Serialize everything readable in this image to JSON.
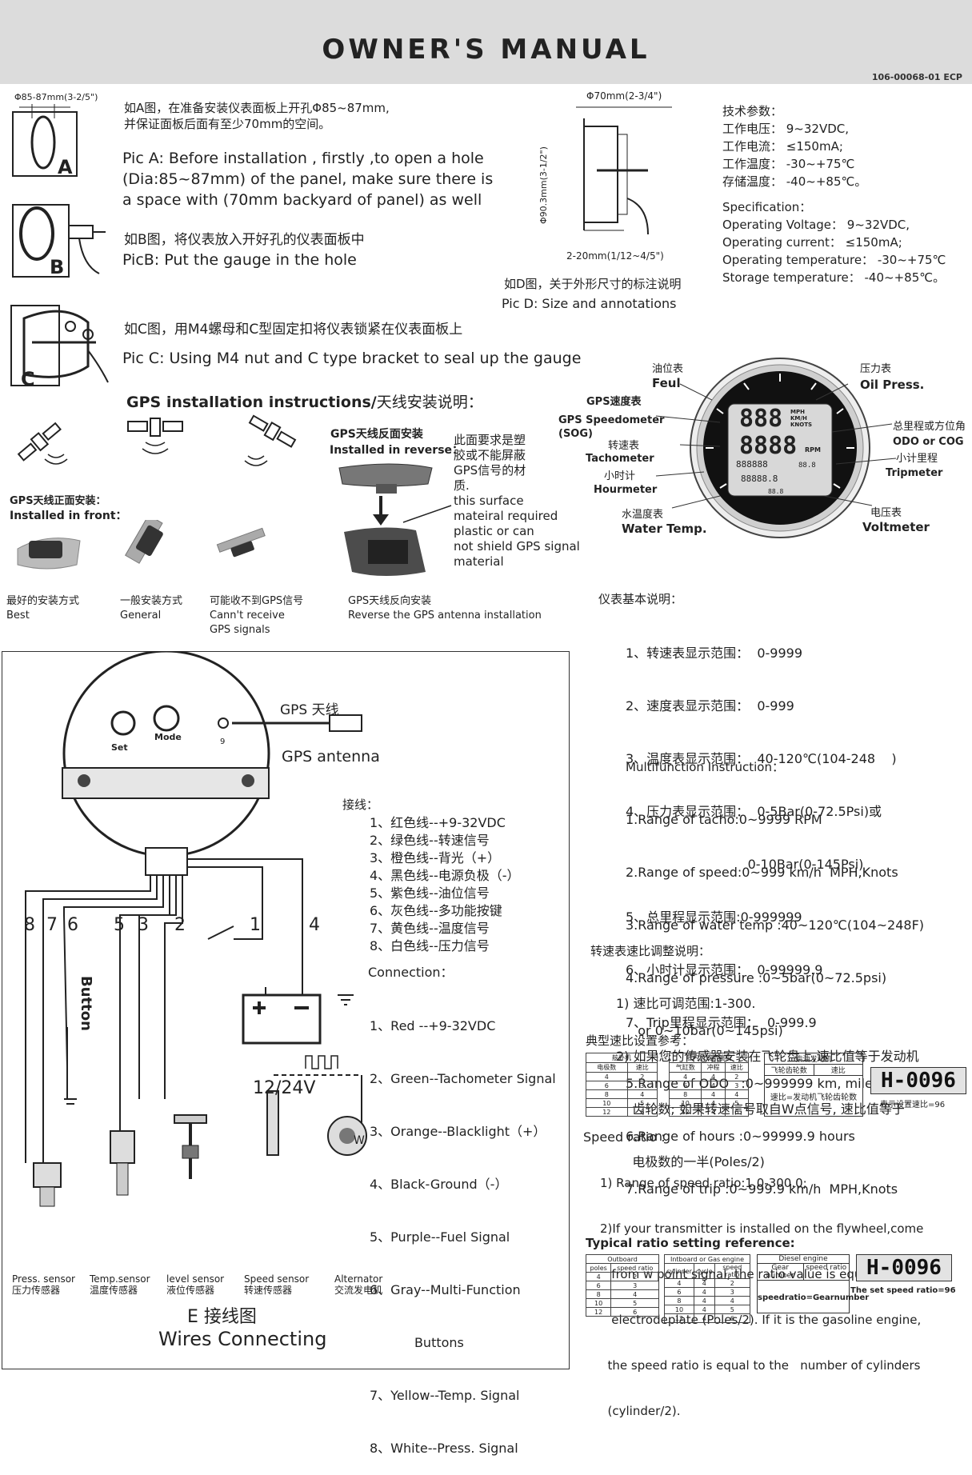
{
  "header": {
    "title": "OWNER'S  MANUAL",
    "code": "106-00068-01 ECP"
  },
  "picA": {
    "dim": "Φ85-87mm(3-2/5\")",
    "letter": "A",
    "cn": [
      "如A图，在准备安装仪表面板上开孔Φ85~87mm,",
      "并保证面板后面有至少70mm的空间。"
    ],
    "en": [
      "Pic A:  Before installation , firstly ,to open a hole",
      "(Dia:85~87mm) of the panel, make sure there is",
      "a space with (70mm backyard of panel)  as well"
    ]
  },
  "picB": {
    "letter": "B",
    "cn": "如B图，将仪表放入开好孔的仪表面板中",
    "en": "PicB: Put the gauge in the hole"
  },
  "picC": {
    "letter": "C",
    "cn": "如C图，用M4螺母和C型固定扣将仪表锁紧在仪表面板上",
    "en": "Pic C: Using M4 nut and C type bracket to seal up the gauge"
  },
  "picD": {
    "dim_top": "Φ70mm(2-3/4\")",
    "dim_side": "Φ90.3mm(3-1/2\")",
    "dim_bottom": "2-20mm(1/12~4/5\")",
    "cn": "如D图，关于外形尺寸的标注说明",
    "en": "Pic D: Size and annotations"
  },
  "specs": {
    "cn": [
      "技术参数：",
      "工作电压：  9~32VDC,",
      "工作电流：  ≤150mA;",
      "工作温度：  -30~+75℃",
      "存储温度：  -40~+85℃。"
    ],
    "en": [
      "Specification：",
      "Operating Voltage：  9~32VDC,",
      "Operating current：  ≤150mA;",
      "Operating temperature：  -30~+75℃",
      "Storage temperature：  -40~+85℃。"
    ]
  },
  "gps": {
    "heading_en": "GPS installation instructions/",
    "heading_cn": "天线安装说明：",
    "front_cn": "GPS天线正面安装：",
    "front_en": "Installed in front：",
    "reverse_cn": "GPS天线反面安装",
    "reverse_en": "Installed in  reverse：",
    "surface_cn": [
      "此面要求是塑",
      "胶或不能屏蔽",
      "GPS信号的材",
      "质."
    ],
    "surface_en": [
      "this surface",
      "mateiral required",
      "plastic or can",
      "not shield GPS signal",
      "material"
    ],
    "best_cn": "最好的安装方式",
    "best_en": "Best",
    "general_cn": "一般安装方式",
    "general_en": "General",
    "noreceive_cn": "可能收不到GPS信号",
    "noreceive_en": [
      "Cann't receive",
      "GPS signals"
    ],
    "reverse_install_cn": "GPS天线反向安装",
    "reverse_install_en": "Reverse the GPS antenna installation"
  },
  "gauge": {
    "fuel_cn": "油位表",
    "fuel_en": "Feul",
    "oil_cn": "压力表",
    "oil_en": "Oil Press.",
    "speed_cn": "GPS速度表",
    "speed_en": [
      "GPS Speedometer",
      "(SOG)"
    ],
    "tacho_cn": "转速表",
    "tacho_en": "Tachometer",
    "hour_cn": "小时计",
    "hour_en": "Hourmeter",
    "water_cn": "水温度表",
    "water_en": "Water Temp.",
    "odo_cn": "总里程或方位角",
    "odo_en": "ODO or COG",
    "trip_cn": "小计里程",
    "trip_en": "Tripmeter",
    "volt_cn": "电压表",
    "volt_en": "Voltmeter",
    "lcd_big1": "888",
    "lcd_big2": "8888",
    "lcd_unit1": "MPH",
    "lcd_unit2": "KM/H",
    "lcd_unit3": "KNOTS",
    "lcd_rpm": "RPM",
    "lcd_odo": "888888",
    "lcd_small": "88.8",
    "lcd_hour": "88888.8",
    "lcd_bot": "88.8"
  },
  "basics": {
    "title": "仪表基本说明：",
    "items": [
      "1、转速表显示范围：  0-9999",
      "2、速度表显示范围：  0-999",
      "3、温度表显示范围：  40-120℃(104-248    )",
      "4、压力表显示范围：  0-5Bar(0-72.5Psi)或",
      "                              0-10Bar(0-145Psi)",
      "5、总里程显示范围:0-999999",
      "6、小时计显示范围：  0-99999.9",
      "7、Trip里程显示范围：  0-999.9"
    ]
  },
  "multi": {
    "title": "Multifunction Instruction：",
    "items": [
      "1.Range of tacho:0~9999 RPM",
      "2.Range of speed:0~999 km/h  MPH,Knots",
      "3.Range of water temp :40~120℃(104~248F)",
      "4.Range of pressure :0~5bar(0~72.5psi)",
      "   or 0~10bar(0~145psi)",
      "5.Range of ODO   :0~999999 km, miles, knots",
      "6.Range of hours :0~99999.9 hours",
      "7.Range of trip :0~999.9 km/h  MPH,Knots"
    ]
  },
  "ratio_cn": {
    "title": "转速表速比调整说明：",
    "items": [
      "1) 速比可调范围:1-300.",
      "2) 如果您的传感器安装在飞轮盘上,速比值等于发动机",
      "    齿轮数; 如果转速信号取自W点信号, 速比值等于",
      "    电极数的一半(Poles/2)"
    ],
    "ref_title": "典型速比设置参考：",
    "t1_head": "舷外机",
    "t1_c1": "电极数",
    "t1_c2": "速比",
    "t2_head": "舷内机或汽油机",
    "t2_c1": "气缸数",
    "t2_c2": "冲程",
    "t2_c3": "速比",
    "t3_head": "柴油发动机",
    "t3_c1": "飞轮齿轮数",
    "t3_c2": "速比",
    "t3_body": "速比=发动机飞轮齿轮数",
    "lcd": "H-0096",
    "lcd_cap": "表示设置速比=96"
  },
  "ratio_en": {
    "title": "Speed ratio :",
    "items": [
      "1) Range of speed ratio:1.0-300.0;",
      "2)If your transmitter is installed on the flywheel,come",
      "   from w point signal, the ratio value is equal to half",
      "   electrodeplate (Poles/2). If it is the gasoline engine,",
      "  the speed ratio is equal to the   number of cylinders",
      "  (cylinder/2)."
    ],
    "ref_title": "Typical ratio setting reference:",
    "t1_head": "Outboard",
    "t1_c1": "poles",
    "t1_c2": "speed ratio",
    "t2_head": "Intboard or Gas engine",
    "t2_c1": "cylinder",
    "t2_c2": "cycle",
    "t2_c3": "speed ratio",
    "t3_head": "Diesel engine",
    "t3_c1": "Gear number",
    "t3_c2": "speed ratio",
    "t3_body": "speedratio=Gearnumber",
    "lcd": "H-0096",
    "lcd_cap": "The set speed ratio=96"
  },
  "table_rows": {
    "outboard": [
      [
        "4",
        "2"
      ],
      [
        "6",
        "3"
      ],
      [
        "8",
        "4"
      ],
      [
        "10",
        "5"
      ],
      [
        "12",
        "6"
      ]
    ],
    "inboard": [
      [
        "4",
        "4",
        "2"
      ],
      [
        "6",
        "4",
        "3"
      ],
      [
        "8",
        "4",
        "4"
      ],
      [
        "10",
        "4",
        "5"
      ],
      [
        "12",
        "4",
        "6"
      ]
    ]
  },
  "wiring": {
    "set": "Set",
    "mode": "Mode",
    "pin9": "9",
    "antenna_cn": "GPS 天线",
    "antenna_en": "GPS  antenna",
    "wire_nums": [
      "8",
      "7",
      "6",
      "5",
      "3",
      "2",
      "1",
      "4"
    ],
    "button": "Button",
    "battery": "12/24V",
    "w": "W",
    "conn_cn_title": "接线：",
    "conn_cn": [
      "1、红色线--+9-32VDC",
      "2、绿色线--转速信号",
      "3、橙色线--背光（+）",
      "4、黑色线--电源负极（-）",
      "5、紫色线--油位信号",
      "6、灰色线--多功能按键",
      "7、黄色线--温度信号",
      "8、白色线--压力信号"
    ],
    "conn_en_title": "Connection：",
    "conn_en": [
      "1、Red --+9-32VDC",
      "2、Green--Tachometer Signal",
      "3、Orange--Blacklight（+）",
      "4、Black-Ground（-）",
      "5、Purple--Fuel Signal",
      "6、Gray--Multi-Function",
      "           Buttons",
      "7、Yellow--Temp. Signal",
      "8、White--Press. Signal"
    ],
    "sensors": [
      {
        "en": "Press. sensor",
        "cn": "压力传感器"
      },
      {
        "en": "Temp.sensor",
        "cn": "温度传感器"
      },
      {
        "en": "level sensor",
        "cn": "液位传感器"
      },
      {
        "en": "Speed sensor",
        "cn": "转速传感器"
      },
      {
        "en": "Alternator",
        "cn": "交流发电机"
      }
    ],
    "caption_cn": "E 接线图",
    "caption_en": "Wires Connecting"
  }
}
